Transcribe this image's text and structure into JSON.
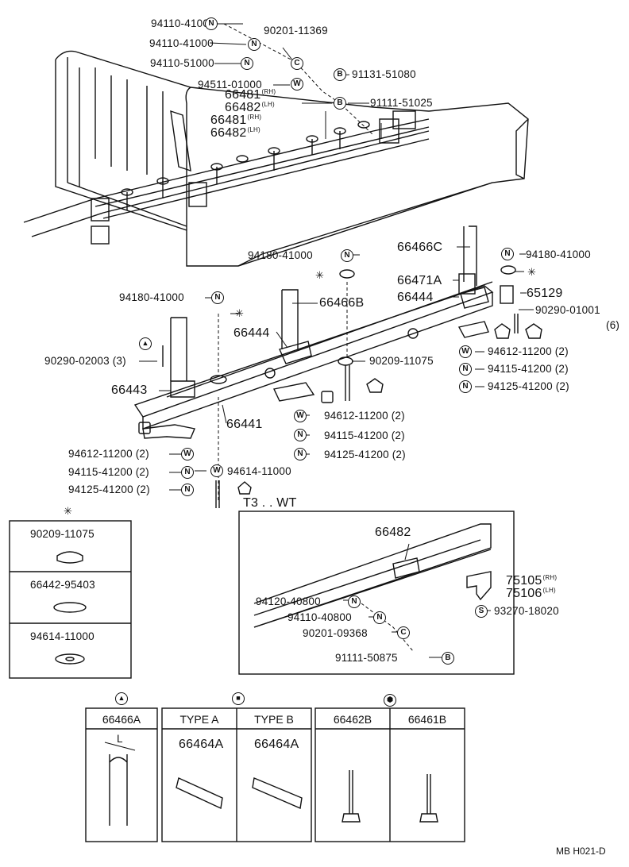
{
  "labels": {
    "l01": "94110-41000",
    "l02": "94110-41000",
    "l03": "90201-11369",
    "l04": "94110-51000",
    "l05": "91131-51080",
    "l06": "94511-01000",
    "l07": "66481",
    "l08": "66482",
    "l09": "91111-51025",
    "l10": "66481",
    "l11": "66482",
    "l12": "94180-41000",
    "l13": "66466C",
    "l14": "94180-41000",
    "l15": "66471A",
    "l16": "66444",
    "l17": "65129",
    "l18": "94180-41000",
    "l19": "66466B",
    "l20": "90290-01001",
    "l21": "(6)",
    "l22": "66444",
    "l23": "90290-02003",
    "l24": "(3)",
    "l25": "94612-11200 (2)",
    "l26": "90209-11075",
    "l27": "94115-41200 (2)",
    "l28": "94125-41200 (2)",
    "l29": "66443",
    "l30": "66441",
    "l31": "94612-11200 (2)",
    "l32": "94115-41200 (2)",
    "l33": "94125-41200 (2)",
    "l34": "94612-11200 (2)",
    "l35": "94115-41200 (2)",
    "l36": "94125-41200 (2)",
    "l37": "94614-11000",
    "l38": "T3 . . WT",
    "l39": "66482",
    "l40": "75105",
    "l41": "75106",
    "l42": "94120-40800",
    "l43": "94110-40800",
    "l44": "93270-18020",
    "l45": "90201-09368",
    "l46": "91111-50875",
    "rh": "(RH)",
    "lh": "(LH)"
  },
  "symbols": {
    "nut": "N",
    "washer": "W",
    "bolt": "B",
    "spring_washer": "C",
    "screw": "S",
    "star": "✳"
  },
  "legend_box": {
    "items": [
      "90209-11075",
      "66442-95403",
      "94614-11000"
    ]
  },
  "table": {
    "col1": "66466A",
    "col2a": "TYPE A",
    "col2b": "TYPE B",
    "col3a": "66462B",
    "col3b": "66461B",
    "part_a": "66464A",
    "part_b": "66464A",
    "dim": "L"
  },
  "footer": "MB H021-D"
}
